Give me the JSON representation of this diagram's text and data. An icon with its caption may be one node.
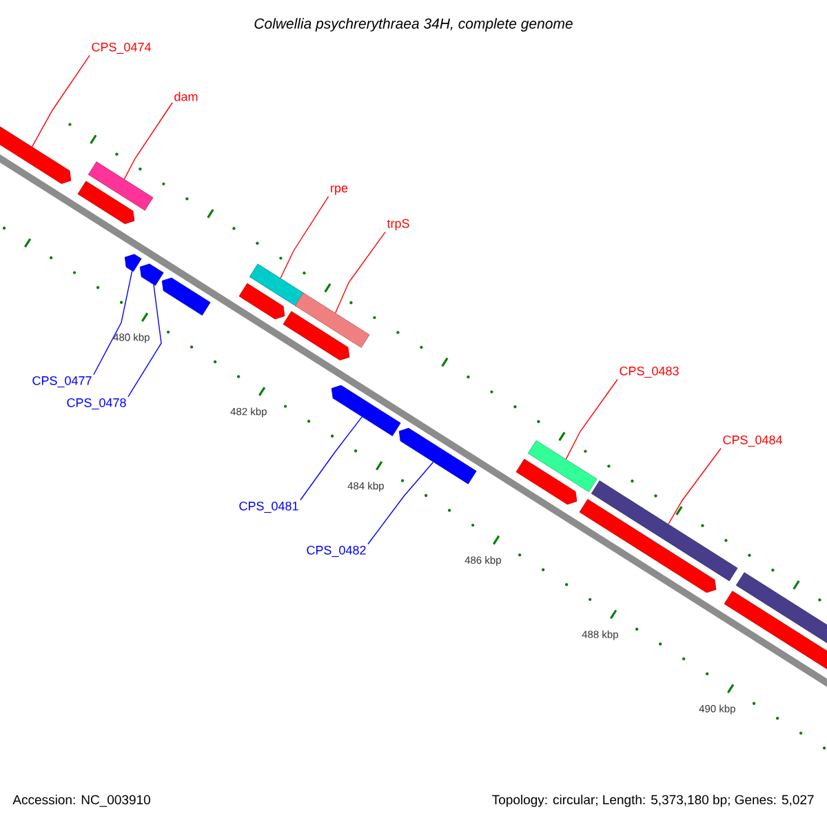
{
  "diagram": {
    "title": "Colwellia psychrerythraea 34H, complete genome",
    "nodes": [
      {
        "text": [
          "CPS_0474"
        ]
      },
      {
        "text": [
          "dam"
        ]
      },
      {
        "text": [
          "rpe"
        ]
      },
      {
        "text": [
          "trpS"
        ]
      },
      {
        "text": [
          "CPS_0483"
        ]
      },
      {
        "text": [
          "CPS_0484"
        ]
      },
      {
        "text": [
          "CPS_0477"
        ]
      },
      {
        "text": [
          "CPS_0478"
        ]
      },
      {
        "text": [
          "CPS_0481"
        ]
      },
      {
        "text": [
          "CPS_0482"
        ]
      },
      {
        "text": [],
        "shape": "arrow"
      },
      {
        "text": [],
        "shape": "arrow"
      },
      {
        "text": [],
        "shape": "bar"
      },
      {
        "text": [],
        "shape": "arrow"
      },
      {
        "text": [],
        "shape": "arrow"
      },
      {
        "text": [],
        "shape": "arrow"
      },
      {
        "text": [],
        "shape": "arrow"
      },
      {
        "text": [],
        "shape": "bar"
      },
      {
        "text": [],
        "shape": "arrow"
      },
      {
        "text": [],
        "shape": "bar"
      },
      {
        "text": [],
        "shape": "arrow"
      },
      {
        "text": [],
        "shape": "arrow"
      },
      {
        "text": [],
        "shape": "arrow"
      },
      {
        "text": [],
        "shape": "bar"
      },
      {
        "text": [],
        "shape": "arrow"
      },
      {
        "text": [],
        "shape": "bar"
      },
      {
        "text": [],
        "shape": "arrow"
      },
      {
        "text": [],
        "shape": "bar"
      }
    ],
    "edges": [
      {
        "from": 0,
        "to": 10,
        "arrow": "none",
        "color": "#ff0000"
      },
      {
        "from": 1,
        "to": 12,
        "arrow": "none",
        "color": "#ff0000"
      },
      {
        "from": 2,
        "to": 17,
        "arrow": "none",
        "color": "#ff0000"
      },
      {
        "from": 3,
        "to": 19,
        "arrow": "none",
        "color": "#ff0000"
      },
      {
        "from": 4,
        "to": 23,
        "arrow": "none",
        "color": "#ff0000"
      },
      {
        "from": 5,
        "to": 25,
        "arrow": "none",
        "color": "#ff0000"
      },
      {
        "from": 6,
        "to": 13,
        "arrow": "none",
        "color": "#0000ff"
      },
      {
        "from": 7,
        "to": 14,
        "arrow": "none",
        "color": "#0000ff"
      },
      {
        "from": 8,
        "to": 20,
        "arrow": "none",
        "color": "#0000ff"
      },
      {
        "from": 9,
        "to": 21,
        "arrow": "none",
        "color": "#0000ff"
      }
    ],
    "labels": [
      "480 kbp",
      "482 kbp",
      "484 kbp",
      "486 kbp",
      "488 kbp",
      "490 kbp",
      "Accession: NC_003910",
      "Topology: circular; Length: 5,373,180 bp; Genes: 5,027"
    ]
  }
}
